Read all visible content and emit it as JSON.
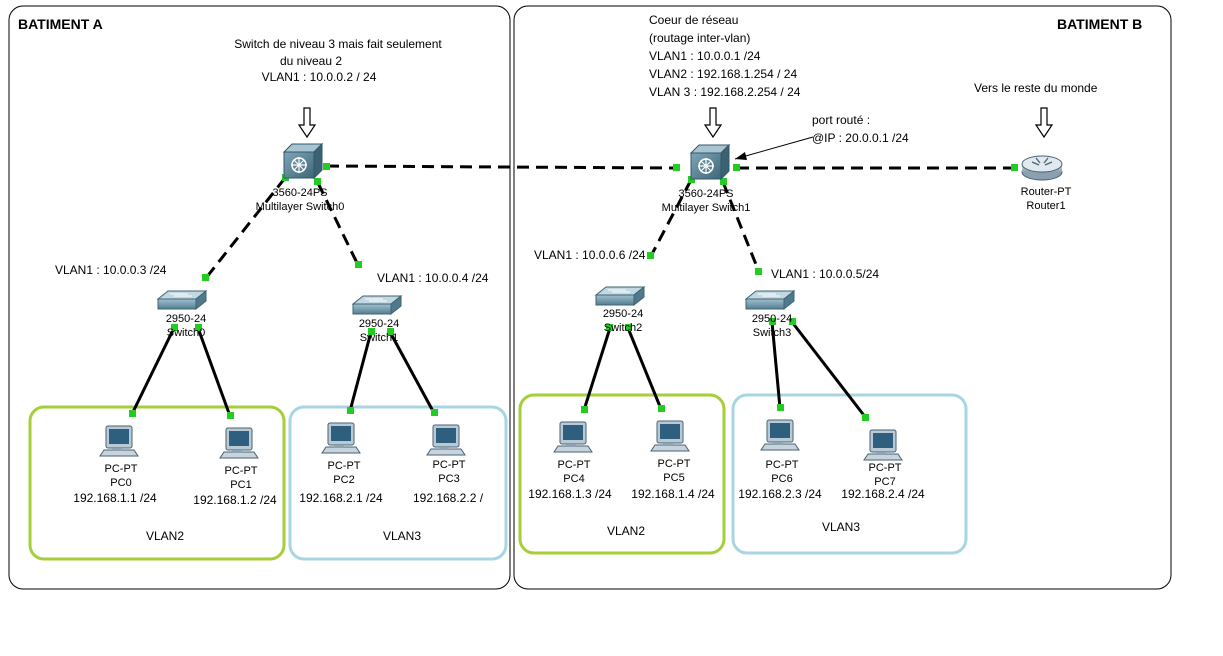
{
  "buildings": {
    "a": {
      "title": "BATIMENT A"
    },
    "b": {
      "title": "BATIMENT B"
    }
  },
  "annotations": {
    "l3switch_line1": "Switch de niveau 3 mais fait seulement",
    "l3switch_line2": "du niveau 2",
    "l3switch_line3": "VLAN1 : 10.0.0.2 / 24",
    "core_line1": "Coeur de réseau",
    "core_line2": "(routage inter-vlan)",
    "core_line3": "VLAN1 : 10.0.0.1 /24",
    "core_line4": "VLAN2 : 192.168.1.254 / 24",
    "core_line5": "VLAN 3 : 192.168.2.254 / 24",
    "world": "Vers le reste du monde",
    "routed_line1": "port routé :",
    "routed_line2": "@IP : 20.0.0.1 /24",
    "sw0_ip": "VLAN1 : 10.0.0.3 /24",
    "sw1_ip": "VLAN1 : 10.0.0.4 /24",
    "sw2_ip": "VLAN1 : 10.0.0.6 /24",
    "sw3_ip": "VLAN1 : 10.0.0.5/24"
  },
  "devices": {
    "mls0": {
      "model": "3560-24PS",
      "name": "Multilayer Switch0"
    },
    "mls1": {
      "model": "3560-24PS",
      "name": "Multilayer Switch1"
    },
    "router": {
      "model": "Router-PT",
      "name": "Router1"
    },
    "sw0": {
      "model": "2950-24",
      "name": "Switch0"
    },
    "sw1": {
      "model": "2950-24",
      "name": "Switch1"
    },
    "sw2": {
      "model": "2950-24",
      "name": "Switch2"
    },
    "sw3": {
      "model": "2950-24",
      "name": "Switch3"
    },
    "pcs": [
      {
        "model": "PC-PT",
        "name": "PC0",
        "ip": "192.168.1.1 /24"
      },
      {
        "model": "PC-PT",
        "name": "PC1",
        "ip": "192.168.1.2 /24"
      },
      {
        "model": "PC-PT",
        "name": "PC2",
        "ip": "192.168.2.1 /24"
      },
      {
        "model": "PC-PT",
        "name": "PC3",
        "ip": "192.168.2.2 /"
      },
      {
        "model": "PC-PT",
        "name": "PC4",
        "ip": "192.168.1.3 /24"
      },
      {
        "model": "PC-PT",
        "name": "PC5",
        "ip": "192.168.1.4 /24"
      },
      {
        "model": "PC-PT",
        "name": "PC6",
        "ip": "192.168.2.3 /24"
      },
      {
        "model": "PC-PT",
        "name": "PC7",
        "ip": "192.168.2.4 /24"
      }
    ]
  },
  "vlan_groups": {
    "a_vlan2": "VLAN2",
    "a_vlan3": "VLAN3",
    "b_vlan2": "VLAN2",
    "b_vlan3": "VLAN3"
  },
  "colors": {
    "vlan2": "#a6ce39",
    "vlan3": "#a8d5e2",
    "port": "#22cc22",
    "link": "#000000"
  }
}
